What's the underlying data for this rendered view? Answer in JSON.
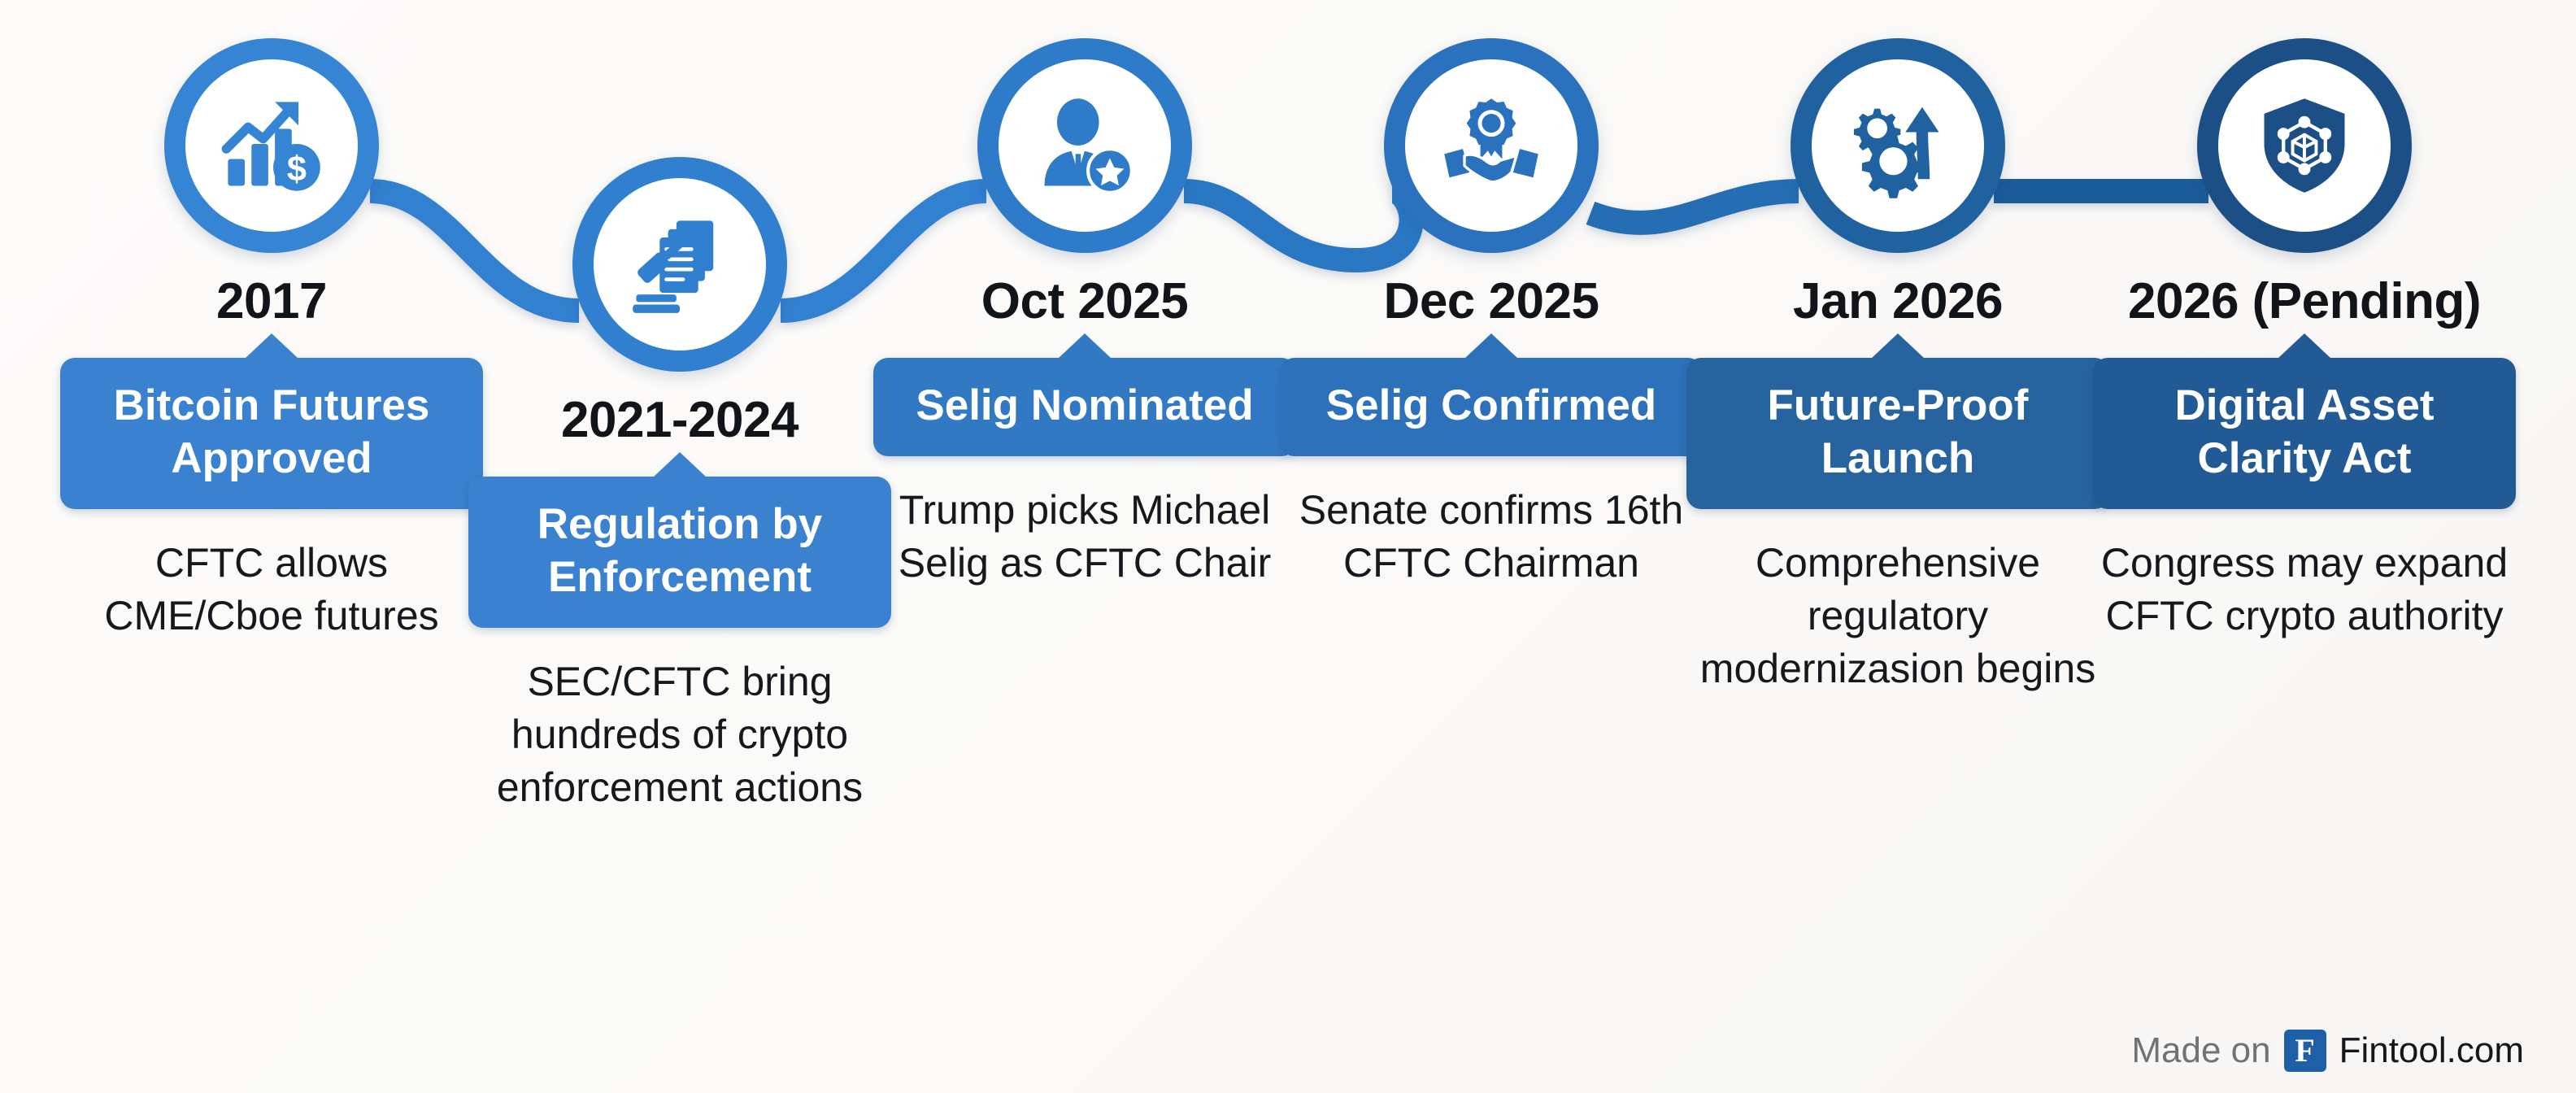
{
  "theme": {
    "background": "#faf9f7",
    "accent_blue": "#2f7ed1",
    "deep_blue": "#1f5fa8",
    "navy": "#1c4f86",
    "text_dark": "#15181c",
    "text_muted": "#6f7277"
  },
  "timeline": {
    "nodes": [
      {
        "date": "2017",
        "badge_label": "Bitcoin Futures Approved",
        "description": "CFTC allows CME/Cboe futures",
        "icon": "growth-chart-dollar-icon",
        "ring_color": "#3684d4",
        "badge_color": "#3a81cf",
        "offset": "high"
      },
      {
        "date": "2021-2024",
        "badge_label": "Regulation by Enforcement",
        "description": "SEC/CFTC bring hundreds of crypto enforcement actions",
        "icon": "gavel-documents-icon",
        "ring_color": "#3080cf",
        "badge_color": "#3a81cf",
        "offset": "low"
      },
      {
        "date": "Oct 2025",
        "badge_label": "Selig Nominated",
        "description": "Trump picks Michael Selig as CFTC Chair",
        "icon": "person-star-icon",
        "ring_color": "#2d7bc9",
        "badge_color": "#3279c4",
        "offset": "high"
      },
      {
        "date": "Dec 2025",
        "badge_label": "Selig Confirmed",
        "description": "Senate confirms 16th CFTC Chairman",
        "icon": "handshake-award-icon",
        "ring_color": "#2a72bd",
        "badge_color": "#2d71ba",
        "offset": "high"
      },
      {
        "date": "Jan 2026",
        "badge_label": "Future-Proof Launch",
        "description": "Comprehensive regulatory modernizasion begins",
        "icon": "gears-arrow-up-icon",
        "ring_color": "#20629f",
        "badge_color": "#27649f",
        "offset": "high"
      },
      {
        "date": "2026 (Pending)",
        "badge_label": "Digital Asset Clarity Act",
        "description": "Congress may expand CFTC crypto authority",
        "icon": "shield-blockchain-icon",
        "ring_color": "#1c4f86",
        "badge_color": "#215a94",
        "offset": "high"
      }
    ]
  },
  "footer": {
    "made_on": "Made on",
    "logo_letter": "F",
    "brand": "Fintool.com"
  }
}
